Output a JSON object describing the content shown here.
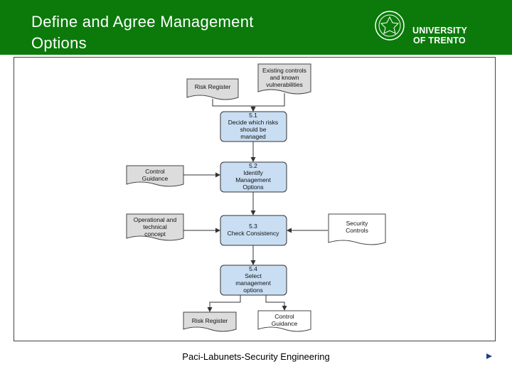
{
  "slide": {
    "title": "Define and Agree Management\nOptions",
    "logo": {
      "line1": "UNIVERSITY",
      "line2": "OF TRENTO",
      "icon": "university-seal-icon"
    },
    "footer": "Paci-Labunets-Security Engineering",
    "nav_icon": "next-arrow-icon"
  },
  "diagram": {
    "inputs": {
      "risk_register": "Risk Register",
      "existing_controls": [
        "Existing controls",
        "and known",
        "vulnerabilities"
      ],
      "control_guidance": [
        "Control",
        "Guidance"
      ],
      "operational": [
        "Operational and",
        "technical",
        "concept"
      ],
      "security_controls": [
        "Security",
        "Controls"
      ]
    },
    "steps": [
      {
        "id": "5.1",
        "lines": [
          "Decide which risks",
          "should be",
          "managed"
        ]
      },
      {
        "id": "5.2",
        "lines": [
          "Identify",
          "Management",
          "Options"
        ]
      },
      {
        "id": "5.3",
        "lines": [
          "Check Consistency"
        ]
      },
      {
        "id": "5.4",
        "lines": [
          "Select",
          "management",
          "options"
        ]
      }
    ],
    "outputs": {
      "risk_register": "Risk Register",
      "control_guidance": [
        "Control",
        "Guidance"
      ]
    }
  },
  "colors": {
    "header": "#0b7a0b",
    "process_fill": "#c9def3",
    "doc_fill": "#dcdcdc"
  }
}
